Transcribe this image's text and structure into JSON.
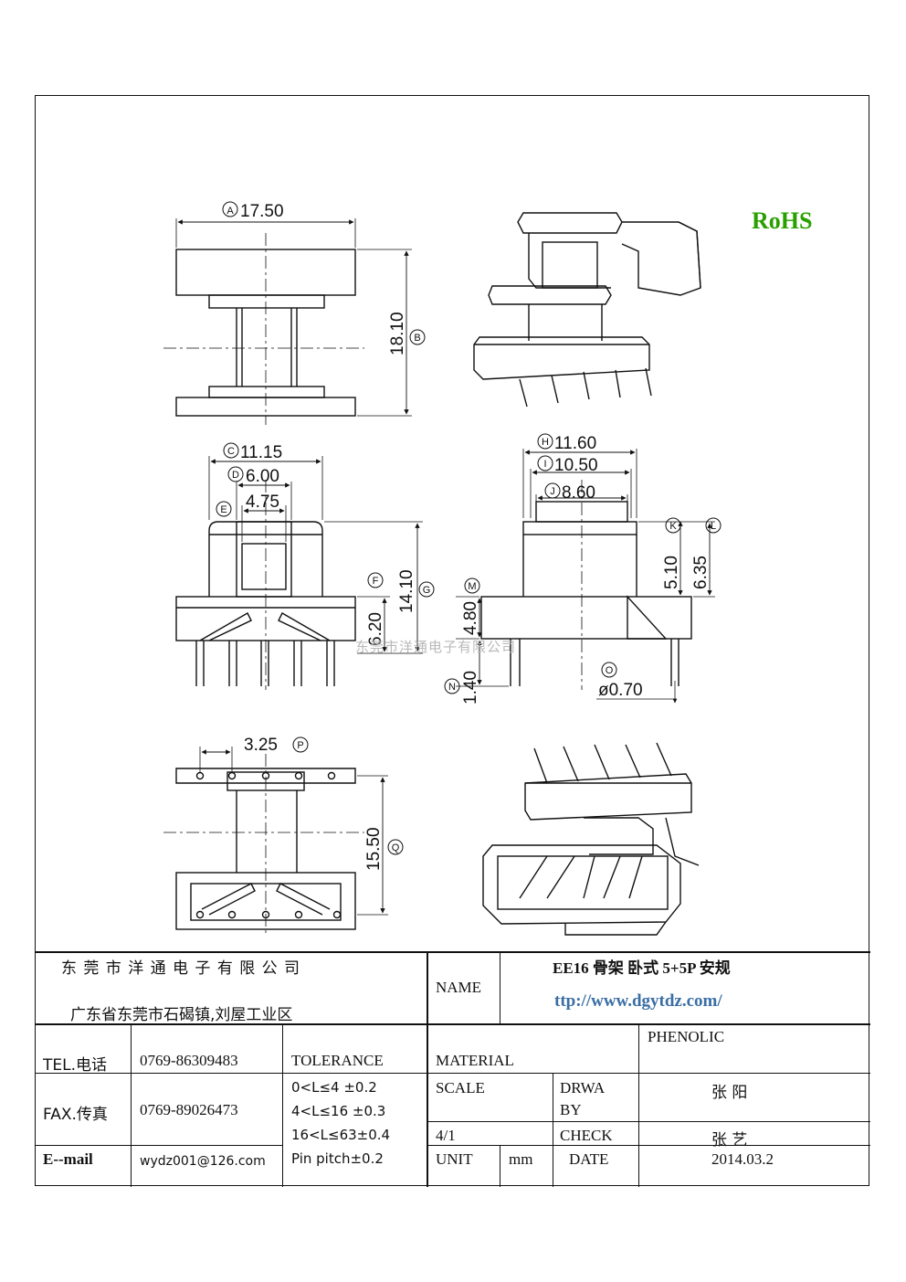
{
  "drawing": {
    "rohs_label": "RoHS",
    "watermark": "东莞市洋通电子有限公司",
    "dims": {
      "a": "17.50",
      "b": "18.10",
      "c": "11.15",
      "d": "6.00",
      "e_val": "4.75",
      "f": "6.20",
      "g": "14.10",
      "h": "11.60",
      "i": "10.50",
      "j": "8.60",
      "k": "5.10",
      "l": "6.35",
      "m": "4.80",
      "n": "1.40",
      "o": "ø0.70",
      "p": "3.25",
      "q": "15.50"
    },
    "markers": {
      "a": "A",
      "b": "B",
      "c": "C",
      "d": "D",
      "e": "E",
      "f": "F",
      "g": "G",
      "h": "H",
      "i": "I",
      "j": "J",
      "k": "K",
      "l": "L",
      "m": "M",
      "n": "N",
      "o": "O",
      "p": "P",
      "q": "Q"
    }
  },
  "title_block": {
    "company": "东 莞 市 洋 通 电 子 有 限 公 司",
    "address": "广东省东莞市石碣镇,刘屋工业区",
    "name_label": "NAME",
    "product_name": "EE16 骨架  卧式 5+5P  安规",
    "website": "ttp://www.dgytdz.com/",
    "tel_label": "TEL.电话",
    "tel": "0769-86309483",
    "fax_label": "FAX.传真",
    "fax": "0769-89026473",
    "email_label": "E--mail",
    "email": "wydz001@126.com",
    "tolerance_label": "TOLERANCE",
    "tol_1": "0<L≤4   ±0.2",
    "tol_2": "4<L≤16  ±0.3",
    "tol_3": "16<L≤63±0.4",
    "tol_4": "Pin pitch±0.2",
    "material_label": "MATERIAL",
    "material": "PHENOLIC",
    "scale_label": "SCALE",
    "scale": "4/1",
    "drawn_label_1": "DRWA",
    "drawn_label_2": "BY",
    "drawn_by": "张 阳",
    "check_label": "CHECK",
    "checked_by": "张 艺",
    "unit_label": "UNIT",
    "unit": "mm",
    "date_label": "DATE",
    "date": "2014.03.2"
  }
}
